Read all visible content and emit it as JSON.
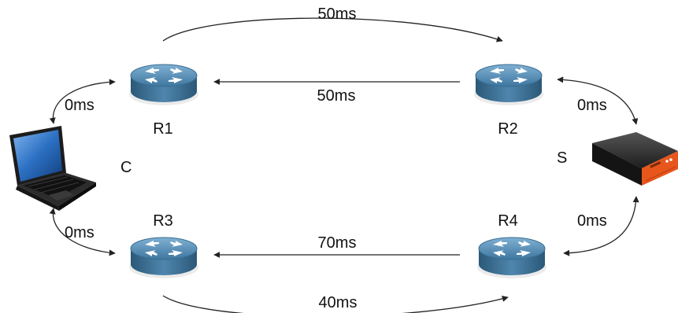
{
  "nodes": {
    "r1": {
      "label": "R1",
      "icon": "router-icon"
    },
    "r2": {
      "label": "R2",
      "icon": "router-icon"
    },
    "r3": {
      "label": "R3",
      "icon": "router-icon"
    },
    "r4": {
      "label": "R4",
      "icon": "router-icon"
    },
    "client": {
      "label": "C",
      "icon": "laptop-icon"
    },
    "server": {
      "label": "S",
      "icon": "server-icon"
    }
  },
  "links": {
    "r1_to_r2": {
      "from": "R1",
      "to": "R2",
      "latency": "50ms"
    },
    "r2_to_r1": {
      "from": "R2",
      "to": "R1",
      "latency": "50ms"
    },
    "r3_to_r4": {
      "from": "R3",
      "to": "R4",
      "latency": "40ms"
    },
    "r4_to_r3": {
      "from": "R4",
      "to": "R3",
      "latency": "70ms"
    },
    "c_r1": {
      "from": "C",
      "to": "R1",
      "latency": "0ms"
    },
    "c_r3": {
      "from": "C",
      "to": "R3",
      "latency": "0ms"
    },
    "r2_s": {
      "from": "R2",
      "to": "S",
      "latency": "0ms"
    },
    "r4_s": {
      "from": "R4",
      "to": "S",
      "latency": "0ms"
    }
  },
  "colors": {
    "router_top": "#4f86ad",
    "router_side": "#2f5f80",
    "arrow": "#222222",
    "server_accent": "#e8561c",
    "laptop_screen": "#2b6fc2"
  }
}
